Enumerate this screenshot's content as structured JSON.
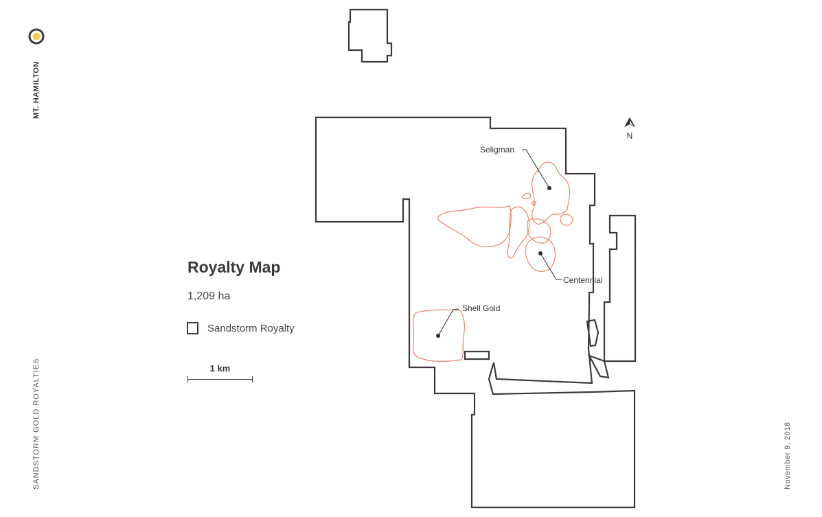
{
  "header": {
    "site_name": "MT. HAMILTON",
    "logo_icon": "ring-logo-icon"
  },
  "footer": {
    "brand": "SANDSTORM GOLD ROYALTIES",
    "date": "November 9, 2018"
  },
  "legend_panel": {
    "title": "Royalty Map",
    "area": "1,209 ha",
    "legend_label": "Sandstorm Royalty",
    "scale_label": "1 km"
  },
  "map": {
    "north_label": "N",
    "north_icon": "north-arrow-icon",
    "boundary_color": "#3a3a3a",
    "deposit_color": "#e8836a",
    "deposits": [
      "Seligman",
      "Centennial",
      "Shell Gold"
    ]
  }
}
